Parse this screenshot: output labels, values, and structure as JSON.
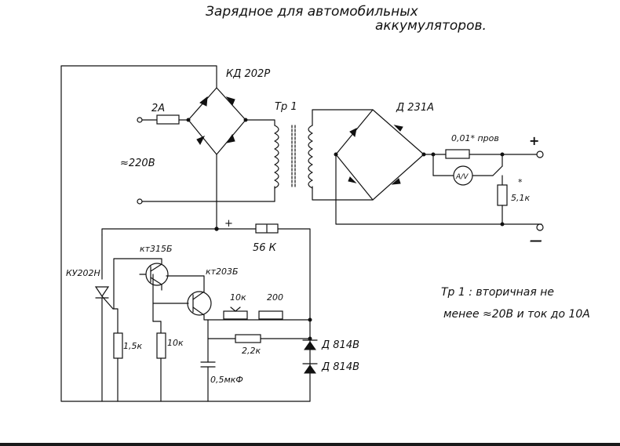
{
  "title": {
    "line1": "Зарядное для автомобильных",
    "line2": "аккумуляторов."
  },
  "labels": {
    "bridge1": "КД 202Р",
    "bridge2": "Д 231А",
    "transformer": "Тр 1",
    "fuse": "2А",
    "mains": "≈220В",
    "shunt": "0,01* пров",
    "plus_out": "+",
    "minus_out": "—",
    "r_5_1k": "5,1к",
    "r_5_1k_star": "*",
    "plus_rail": "+",
    "r_56k": "56 К",
    "t1": "кт315Б",
    "t2": "кт203Б",
    "thyristor": "КУ202Н",
    "r_10k_pot": "10к",
    "r_200": "200",
    "r_10k": "10к",
    "r_1_5k": "1,5к",
    "r_2_2k": "2,2к",
    "cap": "0,5мкФ",
    "z1": "Д 814В",
    "z2": "Д 814В",
    "meter": "A/V"
  },
  "note": {
    "line1": "Тр 1 : вторичная не",
    "line2": "менее ≈20В и ток до 10А"
  }
}
